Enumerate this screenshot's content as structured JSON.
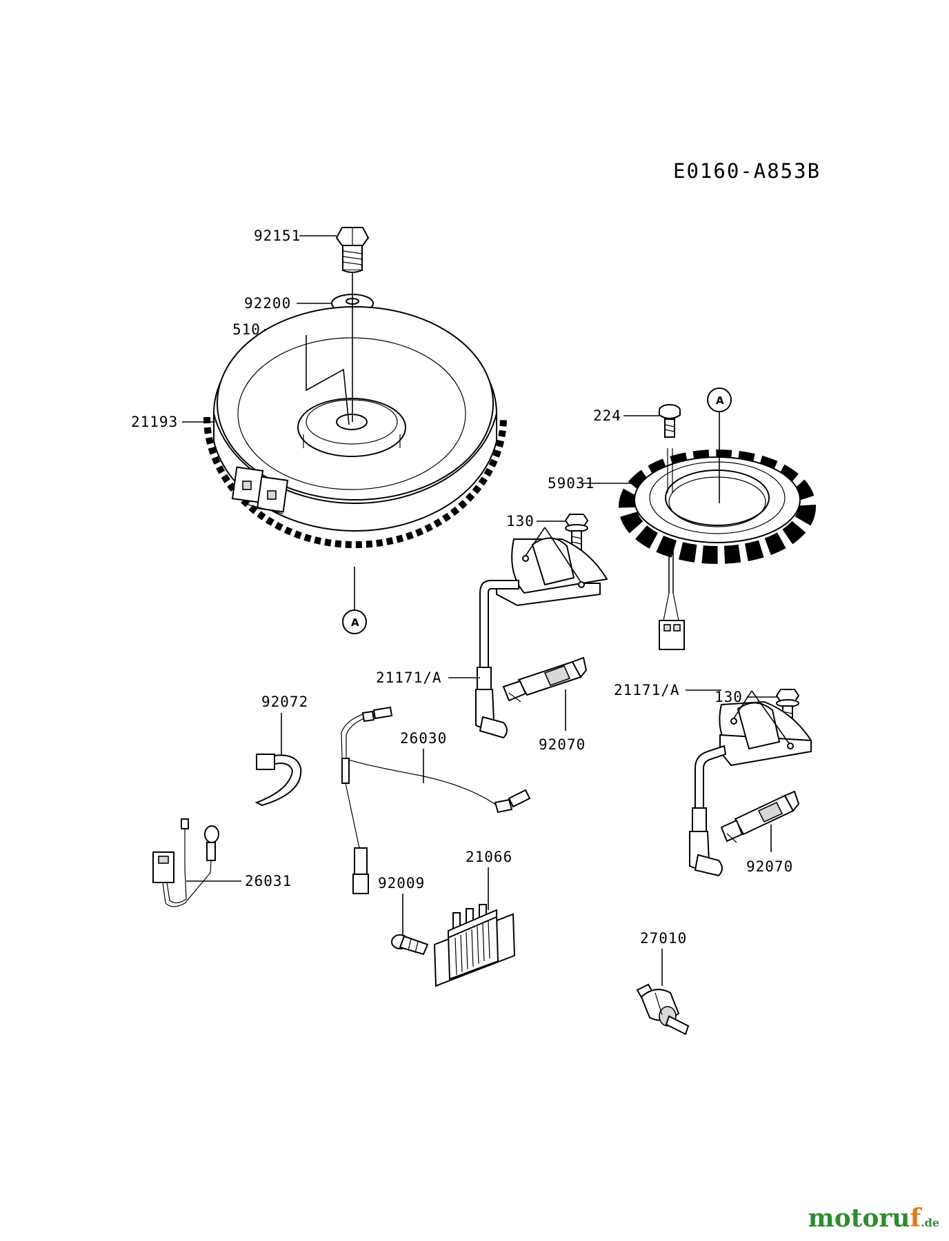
{
  "diagram": {
    "code": "E0160-A853B",
    "ref_marker": "A",
    "labels": {
      "p92151": "92151",
      "p92200": "92200",
      "p510": "510",
      "p21193": "21193",
      "p224": "224",
      "p59031": "59031",
      "p130a": "130",
      "p130b": "130",
      "p21171a": "21171/A",
      "p21171b": "21171/A",
      "p92072": "92072",
      "p26030": "26030",
      "p92070a": "92070",
      "p92070b": "92070",
      "p26031": "26031",
      "p92009": "92009",
      "p21066": "21066",
      "p27010": "27010"
    }
  },
  "watermark": {
    "brand_main": "motoru",
    "brand_accent": "f",
    "brand_tld": ".de",
    "colors": {
      "main": "#2e8b2e",
      "accent": "#e07b1a"
    }
  }
}
